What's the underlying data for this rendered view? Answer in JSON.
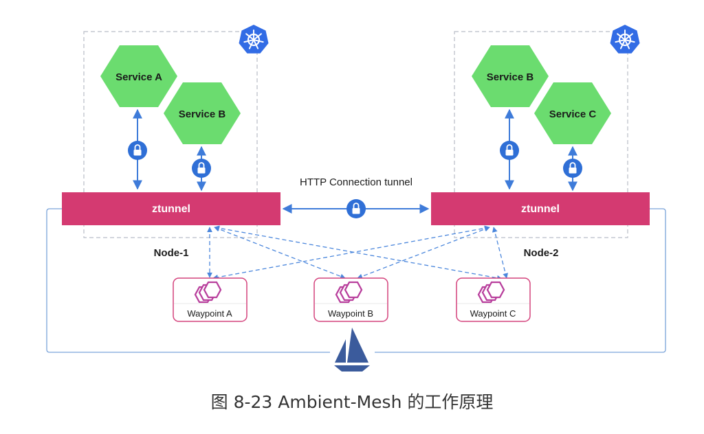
{
  "colors": {
    "node_border": "#b7bcc6",
    "service_fill": "#6bdc6f",
    "ztunnel_fill": "#d43a71",
    "arrow": "#3e7bd9",
    "lock_fill": "#2f6fd6",
    "waypoint_border": "#d4427c",
    "waypoint_icon": "#b83e9c",
    "k8s_blue": "#326ce5",
    "istio_blue": "#3b5b9c",
    "mesh_line": "#7aa3d9"
  },
  "node1": {
    "name": "Node-1",
    "services": [
      "Service A",
      "Service B"
    ],
    "ztunnel": "ztunnel",
    "icon": "kubernetes-icon"
  },
  "node2": {
    "name": "Node-2",
    "services": [
      "Service B",
      "Service C"
    ],
    "ztunnel": "ztunnel",
    "icon": "kubernetes-icon"
  },
  "tunnel": {
    "label": "HTTP Connection tunnel",
    "icon": "lock-icon"
  },
  "waypoints": [
    {
      "label": "Waypoint A",
      "icon": "envoy-icon"
    },
    {
      "label": "Waypoint B",
      "icon": "envoy-icon"
    },
    {
      "label": "Waypoint C",
      "icon": "envoy-icon"
    }
  ],
  "control_plane_icon": "istio-icon",
  "caption": "图 8-23 Ambient-Mesh 的工作原理"
}
